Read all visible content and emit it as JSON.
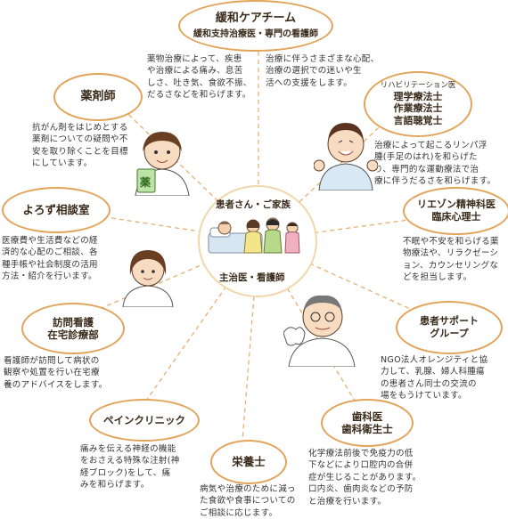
{
  "center": {
    "top_label": "患者さん・ご家族",
    "bottom_label": "主治医・看護師"
  },
  "nodes": {
    "palliative": {
      "title": "緩和ケアチーム",
      "subtitle": "緩和支持治療医・専門の看護師"
    },
    "pharmacist": {
      "title": "薬剤師"
    },
    "rehab": {
      "title_small": "リハビリテーション医",
      "line1": "理学療法士",
      "line2": "作業療法士",
      "line3": "言語聴覚士"
    },
    "counsel": {
      "title": "よろず相談室"
    },
    "psych": {
      "line1": "リエゾン精神科医",
      "line2": "臨床心理士"
    },
    "home": {
      "line1": "訪問看護",
      "line2": "在宅診療部"
    },
    "support": {
      "line1": "患者サポート",
      "line2": "グループ"
    },
    "pain": {
      "title": "ペインクリニック"
    },
    "dental": {
      "line1": "歯科医",
      "line2": "歯科衛生士"
    },
    "nutrition": {
      "title": "栄養士"
    }
  },
  "descriptions": {
    "palliative_left": [
      "薬物治療によって、疾患",
      "や治療による痛み、息苦",
      "しさ、吐き気、食欲不振、",
      "だるさなどを和らげます。"
    ],
    "palliative_right": [
      "治療に伴うさまざまな心配、",
      "治療の選択での迷いや生",
      "活への支援をします。"
    ],
    "pharmacist": [
      "抗がん剤をはじめとする",
      "薬剤についての疑問や不",
      "安を取り除くことを目標",
      "にしています。"
    ],
    "rehab": [
      "治療によって起こるリンパ浮",
      "腫(手足のはれ)を和らげた",
      "り、専門的な運動療法で治",
      "療に伴うだるさを和らげます。"
    ],
    "counsel": [
      "医療費や生活費などの経",
      "済的な心配のご相談、各",
      "種手帳や社会制度の活用",
      "方法・紹介を行います。"
    ],
    "psych": [
      "不眠や不安を和らげる薬",
      "物療法や、リラクゼーシ",
      "ョン、カウンセリングな",
      "どを担当します。"
    ],
    "home": [
      "看護師が訪問して病状の",
      "観察や処置を行い在宅療",
      "養のアドバイスをします。"
    ],
    "support": [
      "NGO法人オレンジティと協",
      "力して、乳腺、婦人科腫瘍",
      "の患者さん同士の交流の",
      "場をもうけています。"
    ],
    "pain": [
      "痛みを伝える神経の機能",
      "をおさえる特殊な注射(神",
      "経ブロック)をして、痛",
      "みを和らげます。"
    ],
    "dental": [
      "化学療法前後で免疫力の低",
      "下などにより口腔内の合併",
      "症が生じることがあります。",
      "口内炎、歯肉炎などの予防",
      "と治療を行います。"
    ],
    "nutrition": [
      "病気や治療のために減っ",
      "た食欲や食事についての",
      "ご相談に応じます。"
    ]
  },
  "medicine_box_label": "薬",
  "colors": {
    "oval_border": "#e2a45a",
    "spoke": "#e6b070",
    "text": "#333333"
  }
}
